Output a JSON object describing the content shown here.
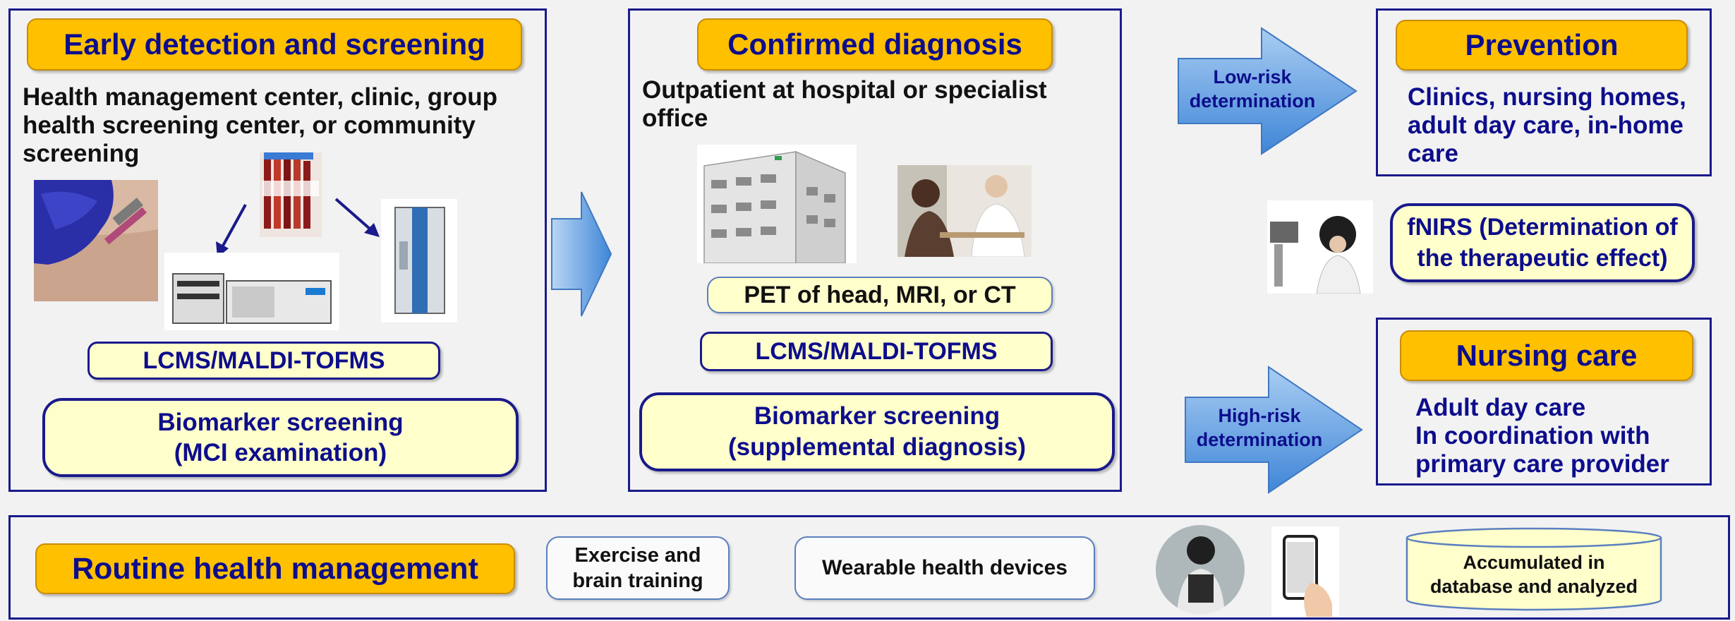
{
  "stages": {
    "early": {
      "title": "Early detection and screening",
      "description": "Health management center, clinic, group health screening center, or community screening",
      "method": "LCMS/MALDI-TOFMS",
      "biomarker": "Biomarker screening\n(MCI examination)"
    },
    "confirmed": {
      "title": "Confirmed diagnosis",
      "description": "Outpatient at hospital or specialist office",
      "imaging": "PET of head, MRI, or CT",
      "method": "LCMS/MALDI-TOFMS",
      "biomarker": "Biomarker screening\n(supplemental diagnosis)"
    },
    "prevention": {
      "title": "Prevention",
      "description": "Clinics, nursing homes, adult day care, in-home care",
      "arrow_label": "Low-risk\ndetermination"
    },
    "fnirs": {
      "label": "fNIRS (Determination of the therapeutic effect)"
    },
    "nursing": {
      "title": "Nursing care",
      "line1": "Adult day care",
      "line2": "In coordination with",
      "line3": "primary care provider",
      "arrow_label": "High-risk\ndetermination"
    }
  },
  "routine": {
    "title": "Routine health management",
    "exercise": "Exercise and\nbrain training",
    "wearable": "Wearable health devices",
    "database": "Accumulated in\ndatabase and analyzed"
  },
  "colors": {
    "panel_border": "#1a1a8c",
    "title_fill": "#ffc000",
    "box_fill": "#ffffcc",
    "arrow_fill": "#5b9bd5"
  }
}
